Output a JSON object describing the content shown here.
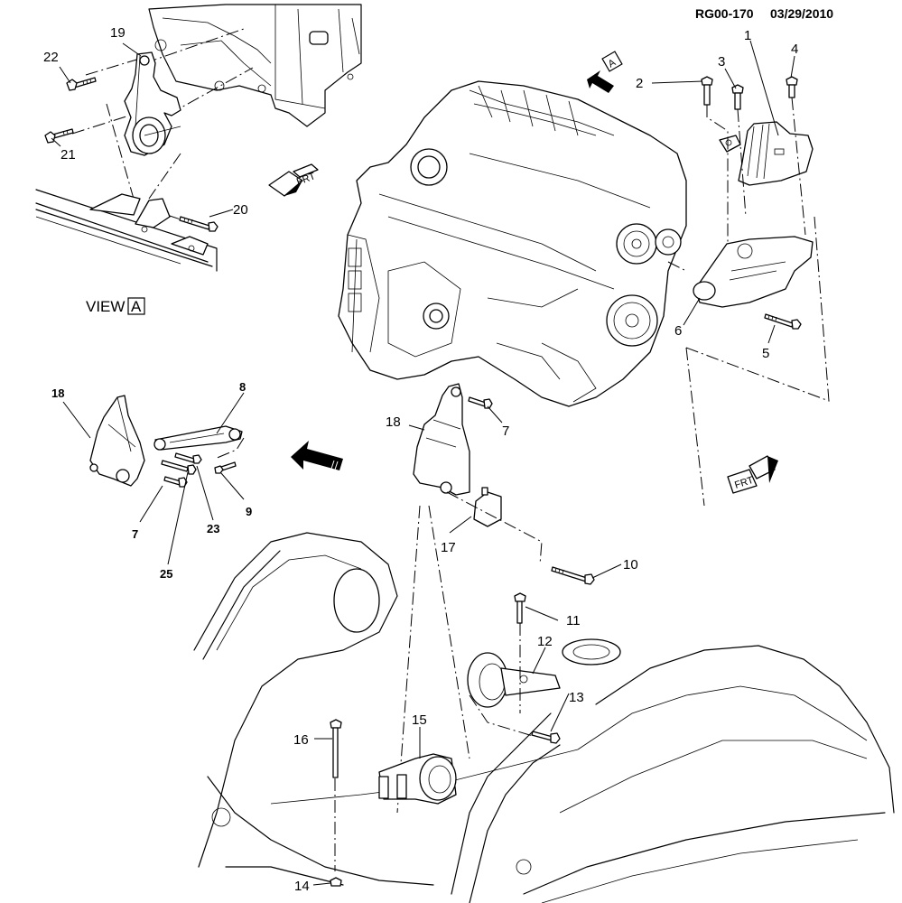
{
  "header": {
    "drawing_id": "RG00-170",
    "date": "03/29/2010"
  },
  "view_label": {
    "text": "VIEW",
    "boxed_letter": "A"
  },
  "view_arrow": {
    "boxed_letter": "A"
  },
  "front_indicators": [
    {
      "text": "FRT"
    },
    {
      "text": "FRT"
    }
  ],
  "callouts": {
    "c1": "1",
    "c2": "2",
    "c3": "3",
    "c4": "4",
    "c5": "5",
    "c6": "6",
    "c7a": "7",
    "c7b": "7",
    "c8": "8",
    "c9": "9",
    "c10": "10",
    "c11": "11",
    "c12": "12",
    "c13": "13",
    "c14": "14",
    "c15": "15",
    "c16": "16",
    "c17": "17",
    "c18a": "18",
    "c18b": "18",
    "c19": "19",
    "c20": "20",
    "c21": "21",
    "c22": "22",
    "c23": "23",
    "c25": "25"
  },
  "icons": {
    "direction_arrow": "left-arrow-icon",
    "view_arrow": "view-a-arrow-icon",
    "front": "frt-arrow-icon"
  }
}
